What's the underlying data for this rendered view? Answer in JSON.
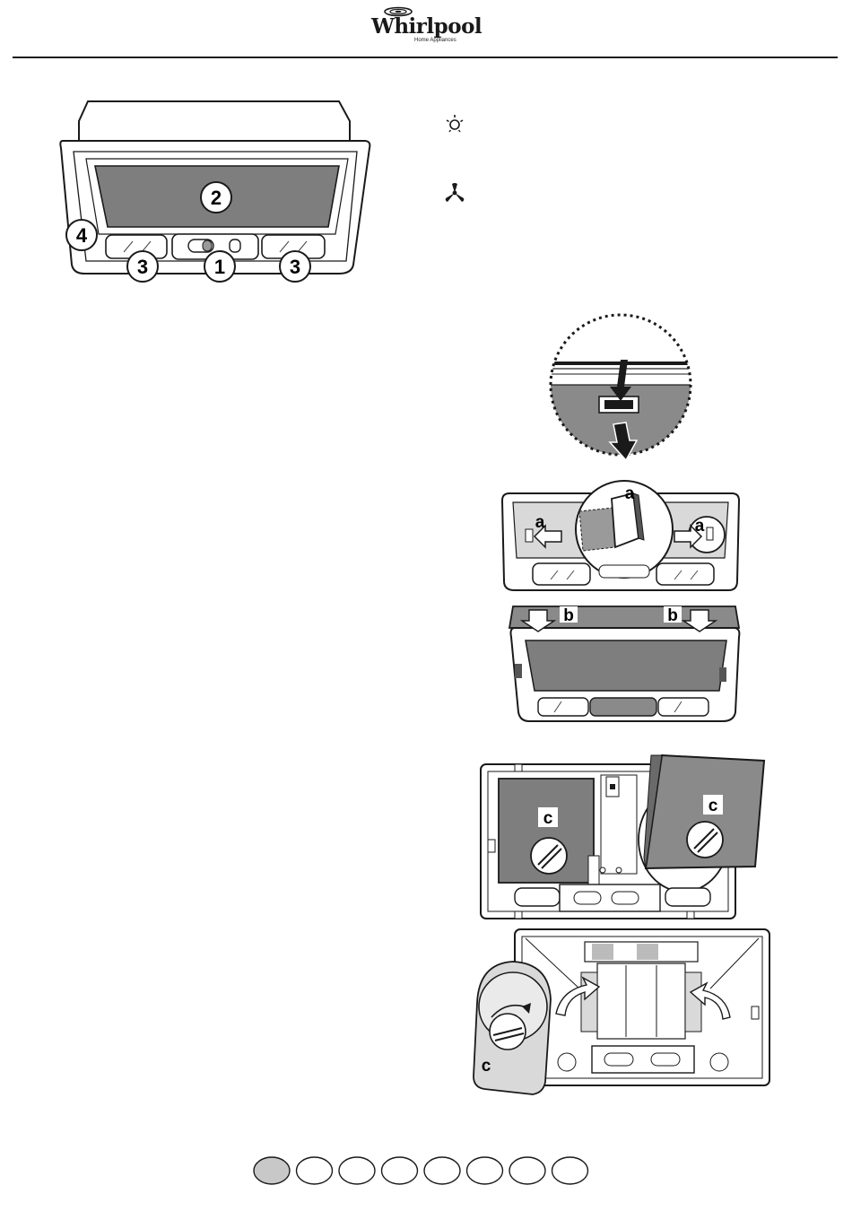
{
  "brand": {
    "name": "Whirlpool",
    "subtitle": "Home Appliances",
    "logo_icon": "whirlpool-swirl-icon"
  },
  "legend_icons": {
    "light": "light-bulb-icon",
    "fan": "fan-icon"
  },
  "callouts": {
    "controls": "1",
    "filter": "2",
    "lamps": "3",
    "frame": "4"
  },
  "labels": {
    "a": "a",
    "b": "b",
    "c": "c"
  },
  "page_indicator": {
    "count": 8,
    "active_index": 0,
    "active_color": "#c8c8c8",
    "inactive_color": "#ffffff"
  },
  "colors": {
    "line": "#1a1a1a",
    "filter_gray": "#7e7e7e",
    "panel_gray": "#8a8a8a",
    "light_gray": "#d9d9d9"
  }
}
